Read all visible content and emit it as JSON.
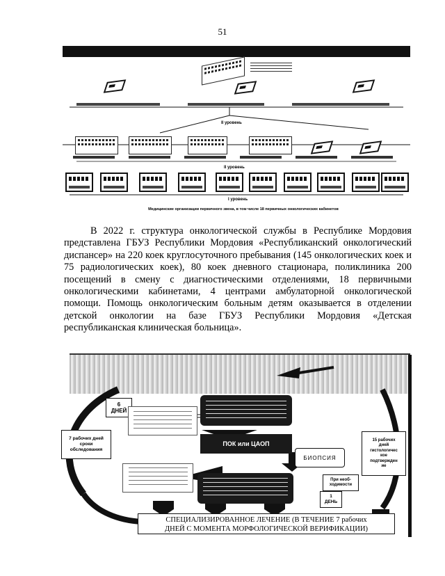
{
  "page": {
    "number": "51"
  },
  "paragraph": "В 2022 г. структура онкологической службы в Республике Мордовия представлена ГБУЗ Республики Мордовия «Республиканский онкологический диспансер» на 220 коек круглосуточного пребывания (145 онкологических коек и 75 радиологических коек), 80 коек дневного стационара, поликлиника 200 посещений в смену с диагностическими отделениями, 18 первичными онкологическими кабинетами, 4 центрами амбулаторной онкологической помощи. Помощь онкологическим больным детям оказывается в отделении детской онкологии на базе ГБУЗ Республики Мордовия «Детская республиканская клиническая больница».",
  "figure1": {
    "level2": "II уровень",
    "level2b": "II уровень",
    "level1": "I уровень",
    "footnote": "Медицинские организации первичного звена, в том числе 18 первичных онкологических кабинетов"
  },
  "figure2": {
    "days6": "6\nДНЕЙ",
    "days7": "7 рабочих дней\nсроки\nобследования",
    "days15": "15 рабочих\nдней\nгистологичес\nкое\nподтвержден\nие",
    "pok": "ПОК или ЦАОП",
    "biopsy": "БИОПСИЯ",
    "when_needed": "При необ-\nходимости",
    "day1": "1\nДЕНЬ",
    "final": "СПЕЦИАЛИЗИРОВАННОЕ ЛЕЧЕНИЕ (В ТЕЧЕНИЕ 7 рабочих\nДНЕЙ С МОМЕНТА МОРФОЛОГИЧЕСКОЙ ВЕРИФИКАЦИИ)"
  }
}
